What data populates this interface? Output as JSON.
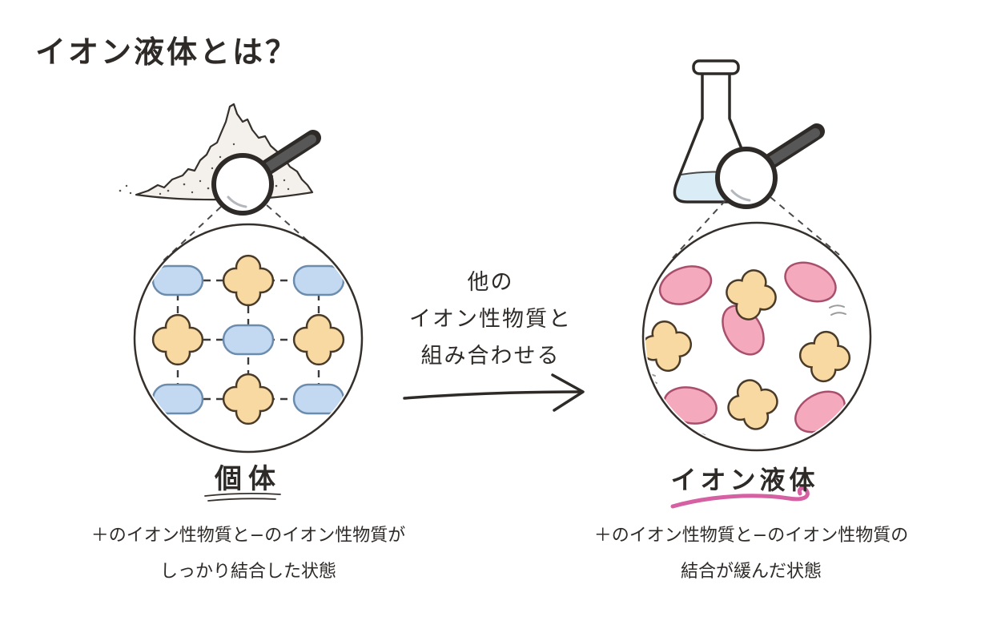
{
  "title": "イオン液体とは？",
  "left": {
    "label": "個体",
    "caption_line1": "＋のイオン性物質と−のイオン性物質が",
    "caption_line2": "しっかり結合した状態"
  },
  "middle": {
    "line1": "他の",
    "line2": "イオン性物質と",
    "line3": "組み合わせる"
  },
  "right": {
    "label": "イオン液体",
    "caption_line1": "＋のイオン性物質と−のイオン性物質の",
    "caption_line2": "結合が緩んだ状態"
  },
  "colors": {
    "ink": "#2e2a28",
    "cation_fill": "#f8d9a2",
    "cation_stroke": "#4a3a28",
    "anion_solid_fill": "#c2d9f1",
    "anion_solid_stroke": "#6c8cae",
    "anion_liquid_fill": "#f5a9bd",
    "anion_liquid_stroke": "#a84f6d",
    "flask_liquid": "#daedf6",
    "accent_pink_underline": "#d560a2"
  },
  "icons": {
    "powder": "powder-pile-icon",
    "magnifier": "magnifier-icon",
    "flask": "flask-icon",
    "arrow": "arrow-right-icon",
    "cation": "cation-icon",
    "anion_solid": "anion-solid-icon",
    "anion_liquid": "anion-liquid-icon"
  }
}
